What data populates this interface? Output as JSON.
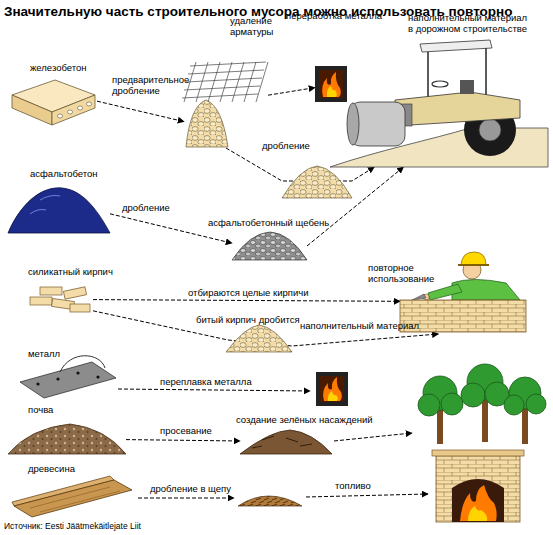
{
  "diagram": {
    "title": "Значительную часть строительного мусора можно использовать повторно",
    "caption": "Источник: Eesti Jäätmekäitlejate Liit",
    "nodes": [
      {
        "text": [
          "железобетон"
        ]
      },
      {
        "text": [
          "удаление арматуры"
        ]
      },
      {
        "text": [
          "переработка металла"
        ]
      },
      {
        "text": [
          "наполнительный материал в дорожном строительстве"
        ]
      },
      {
        "text": [
          "асфальтобетон"
        ]
      },
      {
        "text": [
          "асфальтобетонный щебень"
        ]
      },
      {
        "text": [
          "силикатный кирпич"
        ]
      },
      {
        "text": [
          "повторное использование"
        ]
      },
      {
        "text": [
          "металл"
        ]
      },
      {
        "text": [
          "почва"
        ]
      },
      {
        "text": [
          "создание зелёных насаждений"
        ]
      },
      {
        "text": [
          "древесина"
        ]
      }
    ],
    "edges": [
      {
        "from": 0,
        "to": 1,
        "label": "предварительное дробление",
        "arrow": "to"
      },
      {
        "from": 1,
        "to": 2,
        "arrow": "to"
      },
      {
        "from": 1,
        "to": 3,
        "label": "дробление",
        "arrow": "to"
      },
      {
        "from": 4,
        "to": 5,
        "label": "дробление",
        "arrow": "to"
      },
      {
        "from": 5,
        "to": 3,
        "arrow": "to"
      },
      {
        "from": 6,
        "to": 7,
        "label": "отбираются целые кирпичи",
        "arrow": "to"
      },
      {
        "from": 6,
        "to": 7,
        "label": "битый кирпич дробится",
        "arrow": "to"
      },
      {
        "from": 9,
        "to": 10,
        "label": "просевание",
        "arrow": "to"
      }
    ],
    "labels": [
      "наполнительный материал",
      "переплавка металла",
      "дробление в щепу",
      "топливо"
    ]
  }
}
